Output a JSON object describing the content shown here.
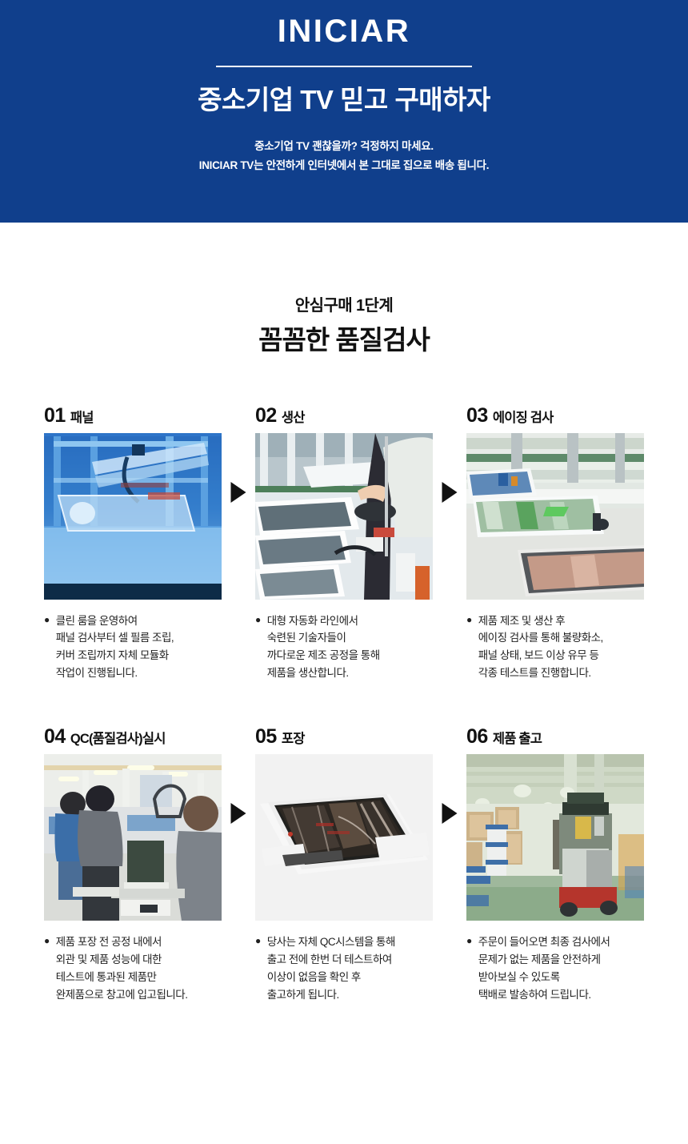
{
  "hero": {
    "logo": "INICIAR",
    "title": "중소기업 TV 믿고 구매하자",
    "sub_line1": "중소기업 TV 괜찮을까? 걱정하지 마세요.",
    "sub_line2": "INICIAR TV는 안전하게 인터넷에서 본 그대로 집으로 배송 됩니다.",
    "bg_color": "#103f8c",
    "text_color": "#ffffff"
  },
  "section": {
    "kicker": "안심구매 1단계",
    "title": "꼼꼼한 품질검사"
  },
  "arrow_icon": "triangle-right-icon",
  "steps": [
    {
      "number": "01",
      "name": "패널",
      "image": "clean-room-panel-inspection-photo",
      "body": [
        "클린 룸을 운영하여",
        "패널 검사부터 셀 필름 조립,",
        "커버 조립까지 자체 모듈화",
        "작업이 진행됩니다."
      ]
    },
    {
      "number": "02",
      "name": "생산",
      "image": "automated-production-line-photo",
      "body": [
        "대형 자동화 라인에서",
        "숙련된 기술자들이",
        "까다로운 제조 공정을 통해",
        "제품을 생산합니다."
      ]
    },
    {
      "number": "03",
      "name": "에이징 검사",
      "image": "aging-test-conveyor-photo",
      "body": [
        "제품 제조 및 생산 후",
        "에이징 검사를 통해 불량화소,",
        "패널 상태, 보드 이상 유무 등",
        "각종 테스트를 진행합니다."
      ]
    },
    {
      "number": "04",
      "name": "QC(품질검사)실시",
      "image": "qc-workers-inspection-photo",
      "body": [
        "제품 포장 전 공정 내에서",
        "외관 및 제품 성능에 대한",
        "테스트에 통과된 제품만",
        "완제품으로 창고에 입고됩니다."
      ]
    },
    {
      "number": "05",
      "name": "포장",
      "image": "packaged-panel-photo",
      "body": [
        "당사는 자체 QC시스템을 통해",
        "출고 전에 한번 더 테스트하여",
        "이상이 없음을 확인 후",
        "출고하게 됩니다."
      ]
    },
    {
      "number": "06",
      "name": "제품 출고",
      "image": "warehouse-forklift-shipping-photo",
      "body": [
        "주문이 들어오면 최종 검사에서",
        "문제가 없는 제품을 안전하게",
        "받아보실 수 있도록",
        "택배로 발송하여 드립니다."
      ]
    }
  ]
}
